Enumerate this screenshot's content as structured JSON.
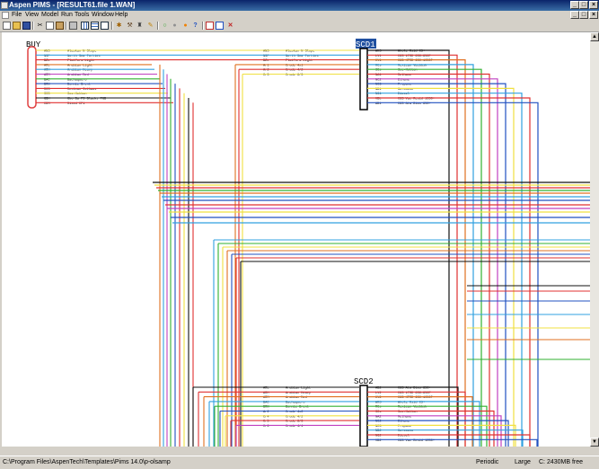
{
  "window": {
    "title": "Aspen PIMS - [RESULT61.file 1.WAN]",
    "controls": [
      "_",
      "□",
      "×"
    ]
  },
  "mdi_controls": [
    "_",
    "□",
    "×"
  ],
  "menu": [
    "File",
    "View",
    "Model",
    "Run",
    "Tools",
    "Window",
    "Help"
  ],
  "toolbar": {
    "icons": [
      "new-icon",
      "open-icon",
      "save-icon",
      "cut-icon",
      "copy-icon",
      "paste-icon",
      "print-icon",
      "grid-icon",
      "table-icon",
      "chart-icon",
      "settings-icon",
      "tools-icon",
      "wrench-icon",
      "refresh-icon",
      "stop-icon",
      "run-icon",
      "help-icon",
      "window-icon",
      "close-icon"
    ]
  },
  "diagram": {
    "buy": {
      "label": "BUY",
      "rows": [
        {
          "code": "ANS",
          "name": "Alaskan N Slope"
        },
        {
          "code": "NSF",
          "name": "North Sea Forties"
        },
        {
          "code": "BZL",
          "name": "Platform Light"
        },
        {
          "code": "ARL",
          "name": "Arabian Light"
        },
        {
          "code": "ARH",
          "name": "Arabian Heavy"
        },
        {
          "code": "ARM",
          "name": "Arabian Med"
        },
        {
          "code": "BAC",
          "name": "Bachaquero"
        },
        {
          "code": "BRN",
          "name": "Bonnie Brent"
        },
        {
          "code": "MCS",
          "name": "Mexican Isthmus"
        },
        {
          "code": "ICS",
          "name": "Ice-Hotton"
        },
        {
          "code": "GBH",
          "name": "Gbo Ba PS Black, TGB"
        },
        {
          "code": "CDM",
          "name": "Mixed CP1"
        }
      ]
    },
    "scd1": {
      "label": "SCD1",
      "in_rows": [
        {
          "code": "ANS",
          "name": "Alaskan N Slope"
        },
        {
          "code": "NSF",
          "name": "North Sea Forties"
        },
        {
          "code": "BZL",
          "name": "Platform Light"
        },
        {
          "code": "Ar1",
          "name": "Crude 4x1"
        },
        {
          "code": "Ar2",
          "name": "Crude 4/2"
        },
        {
          "code": "Cr3",
          "name": "Crude 6/3"
        }
      ],
      "out_rows": [
        {
          "code": "WHS",
          "name": "Whole Rsid    C5+"
        },
        {
          "code": "LV1",
          "name": "C63 LTMD  650-650F"
        },
        {
          "code": "HV1",
          "name": "C63 HTMD 650-1050F"
        },
        {
          "code": "MCs",
          "name": "Mexican Vacbbsk"
        },
        {
          "code": "ICs",
          "name": "Ice-Hotton"
        },
        {
          "code": "NA1",
          "name": "Methane"
        },
        {
          "code": "NC2",
          "name": "Ethane"
        },
        {
          "code": "NC3",
          "name": "Propane"
        },
        {
          "code": "NB1",
          "name": "Kerosene"
        },
        {
          "code": "NG1",
          "name": "Diesel"
        },
        {
          "code": "VBL",
          "name": "C63 Vac Resid 1050+"
        },
        {
          "code": "AB1",
          "name": "C63 Atm Btms  650+"
        }
      ]
    },
    "scd2": {
      "label": "SCD2",
      "in_rows": [
        {
          "code": "ARL",
          "name": "Arabian Light"
        },
        {
          "code": "ARH",
          "name": "Arabian Heavy"
        },
        {
          "code": "ARM",
          "name": "Arabian Med"
        },
        {
          "code": "BAC",
          "name": "Bachaquero"
        },
        {
          "code": "BRN",
          "name": "Bonnie Brent"
        },
        {
          "code": "Ar2",
          "name": "Crude 4x2"
        },
        {
          "code": "Cr4",
          "name": "Crude 4/2"
        },
        {
          "code": "Cr5",
          "name": "Crude 6/3"
        },
        {
          "code": "Cr6",
          "name": "Crude 4/4"
        }
      ],
      "out_rows": [
        {
          "code": "AB2",
          "name": "C63 Atm Btms  650+"
        },
        {
          "code": "LV2",
          "name": "C63 LTMD  650-650F"
        },
        {
          "code": "HV2",
          "name": "C63 HTMD 650-1050F"
        },
        {
          "code": "WRS",
          "name": "Whole Rsid   C5+"
        },
        {
          "code": "MCs",
          "name": "Mexican Vacbbsk"
        },
        {
          "code": "ICs",
          "name": "Ice-Hotton"
        },
        {
          "code": "NA2",
          "name": "Methane"
        },
        {
          "code": "NC2",
          "name": "Ethane"
        },
        {
          "code": "NC3",
          "name": "Propane"
        },
        {
          "code": "NB2",
          "name": "Kerosene"
        },
        {
          "code": "NG2",
          "name": "Diesel"
        },
        {
          "code": "VB2",
          "name": "C63 Vac Resid 1050+"
        }
      ]
    },
    "colors": [
      "#e03030",
      "#f0b020",
      "#30a0e0",
      "#2050c0",
      "#30b030",
      "#e07020",
      "#c040c0",
      "#101010",
      "#f0e040",
      "#60c0a0"
    ]
  },
  "status": {
    "path": "C:\\Program Files\\AspenTech\\Templates\\Pims 14.0\\p-olsamp",
    "mode": "Periodic",
    "size": "Large",
    "memory": "C: 2430MB free"
  }
}
